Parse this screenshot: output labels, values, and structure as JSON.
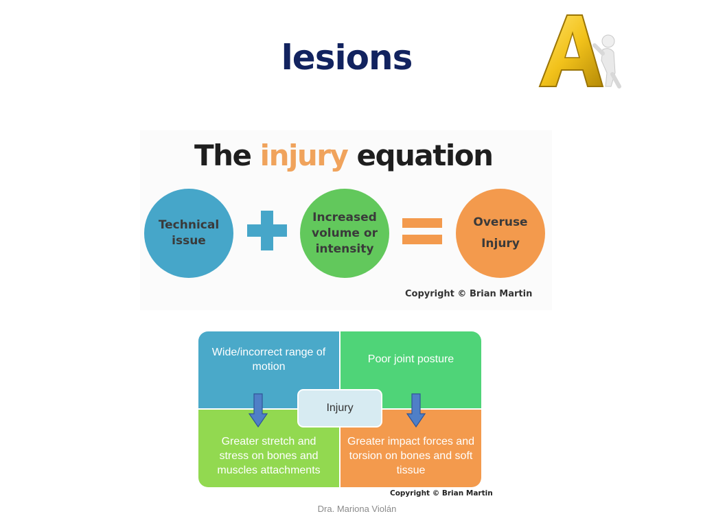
{
  "slide": {
    "title": "lesions",
    "footer": "Dra. Mariona Violán"
  },
  "logo": {
    "icon": "golden-letter-a-with-figure",
    "letter": "A",
    "colors": {
      "gold": "#f2c21b",
      "gold_dark": "#b58a06",
      "figure": "#e9e9e9"
    }
  },
  "equation": {
    "title_before": "The",
    "title_highlight": "injury",
    "title_after": "equation",
    "terms": [
      {
        "text": "Technical issue",
        "color": "#46a6c9"
      },
      {
        "text": "Increased volume or intensity",
        "color": "#62c85c"
      },
      {
        "text_line1": "Overuse",
        "text_line2": "Injury",
        "color": "#f39a4d"
      }
    ],
    "operators": [
      "+",
      "="
    ],
    "copyright": "Copyright © Brian Martin"
  },
  "quadrants": {
    "top_left": "Wide/incorrect range of motion",
    "top_right": "Poor joint posture",
    "bottom_left": "Greater stretch and stress on bones and muscles attachments",
    "bottom_right": "Greater impact forces and torsion on bones and soft tissue",
    "center": "Injury",
    "copyright": "Copyright © Brian Martin",
    "colors": {
      "top_left": "#4aa9c9",
      "top_right": "#4fd478",
      "bottom_left": "#92d950",
      "bottom_right": "#f39a4d",
      "center": "#d7ebf2",
      "arrow": "#4f7fc7"
    }
  }
}
